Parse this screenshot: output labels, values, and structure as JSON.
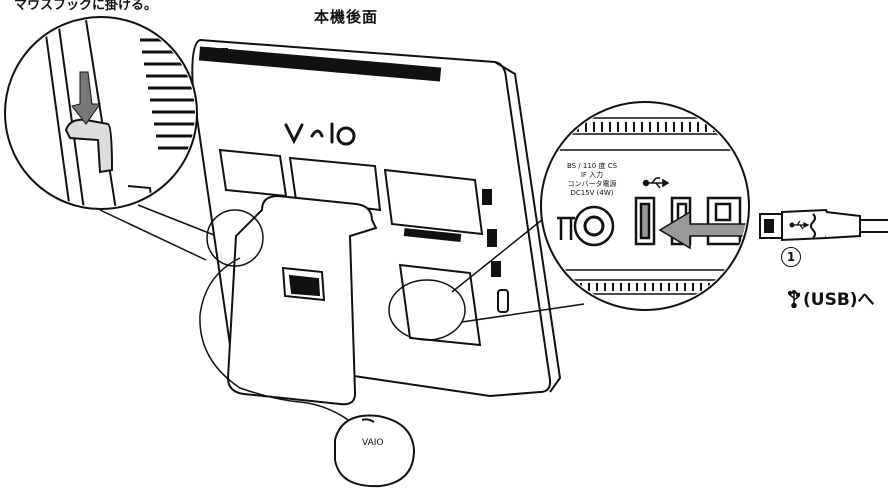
{
  "top_caption": "マウスフックに掛ける。",
  "view_title": "本機後面",
  "port_panel": {
    "antenna_label": "BS / 110 度 CS\nIF 入力\nコンバータ電源\nDC15V (4W)",
    "usb_symbol": "usb-icon"
  },
  "brand_logo": "VAIO",
  "step_number": "1",
  "usb_connect_label": "(USB)へ"
}
